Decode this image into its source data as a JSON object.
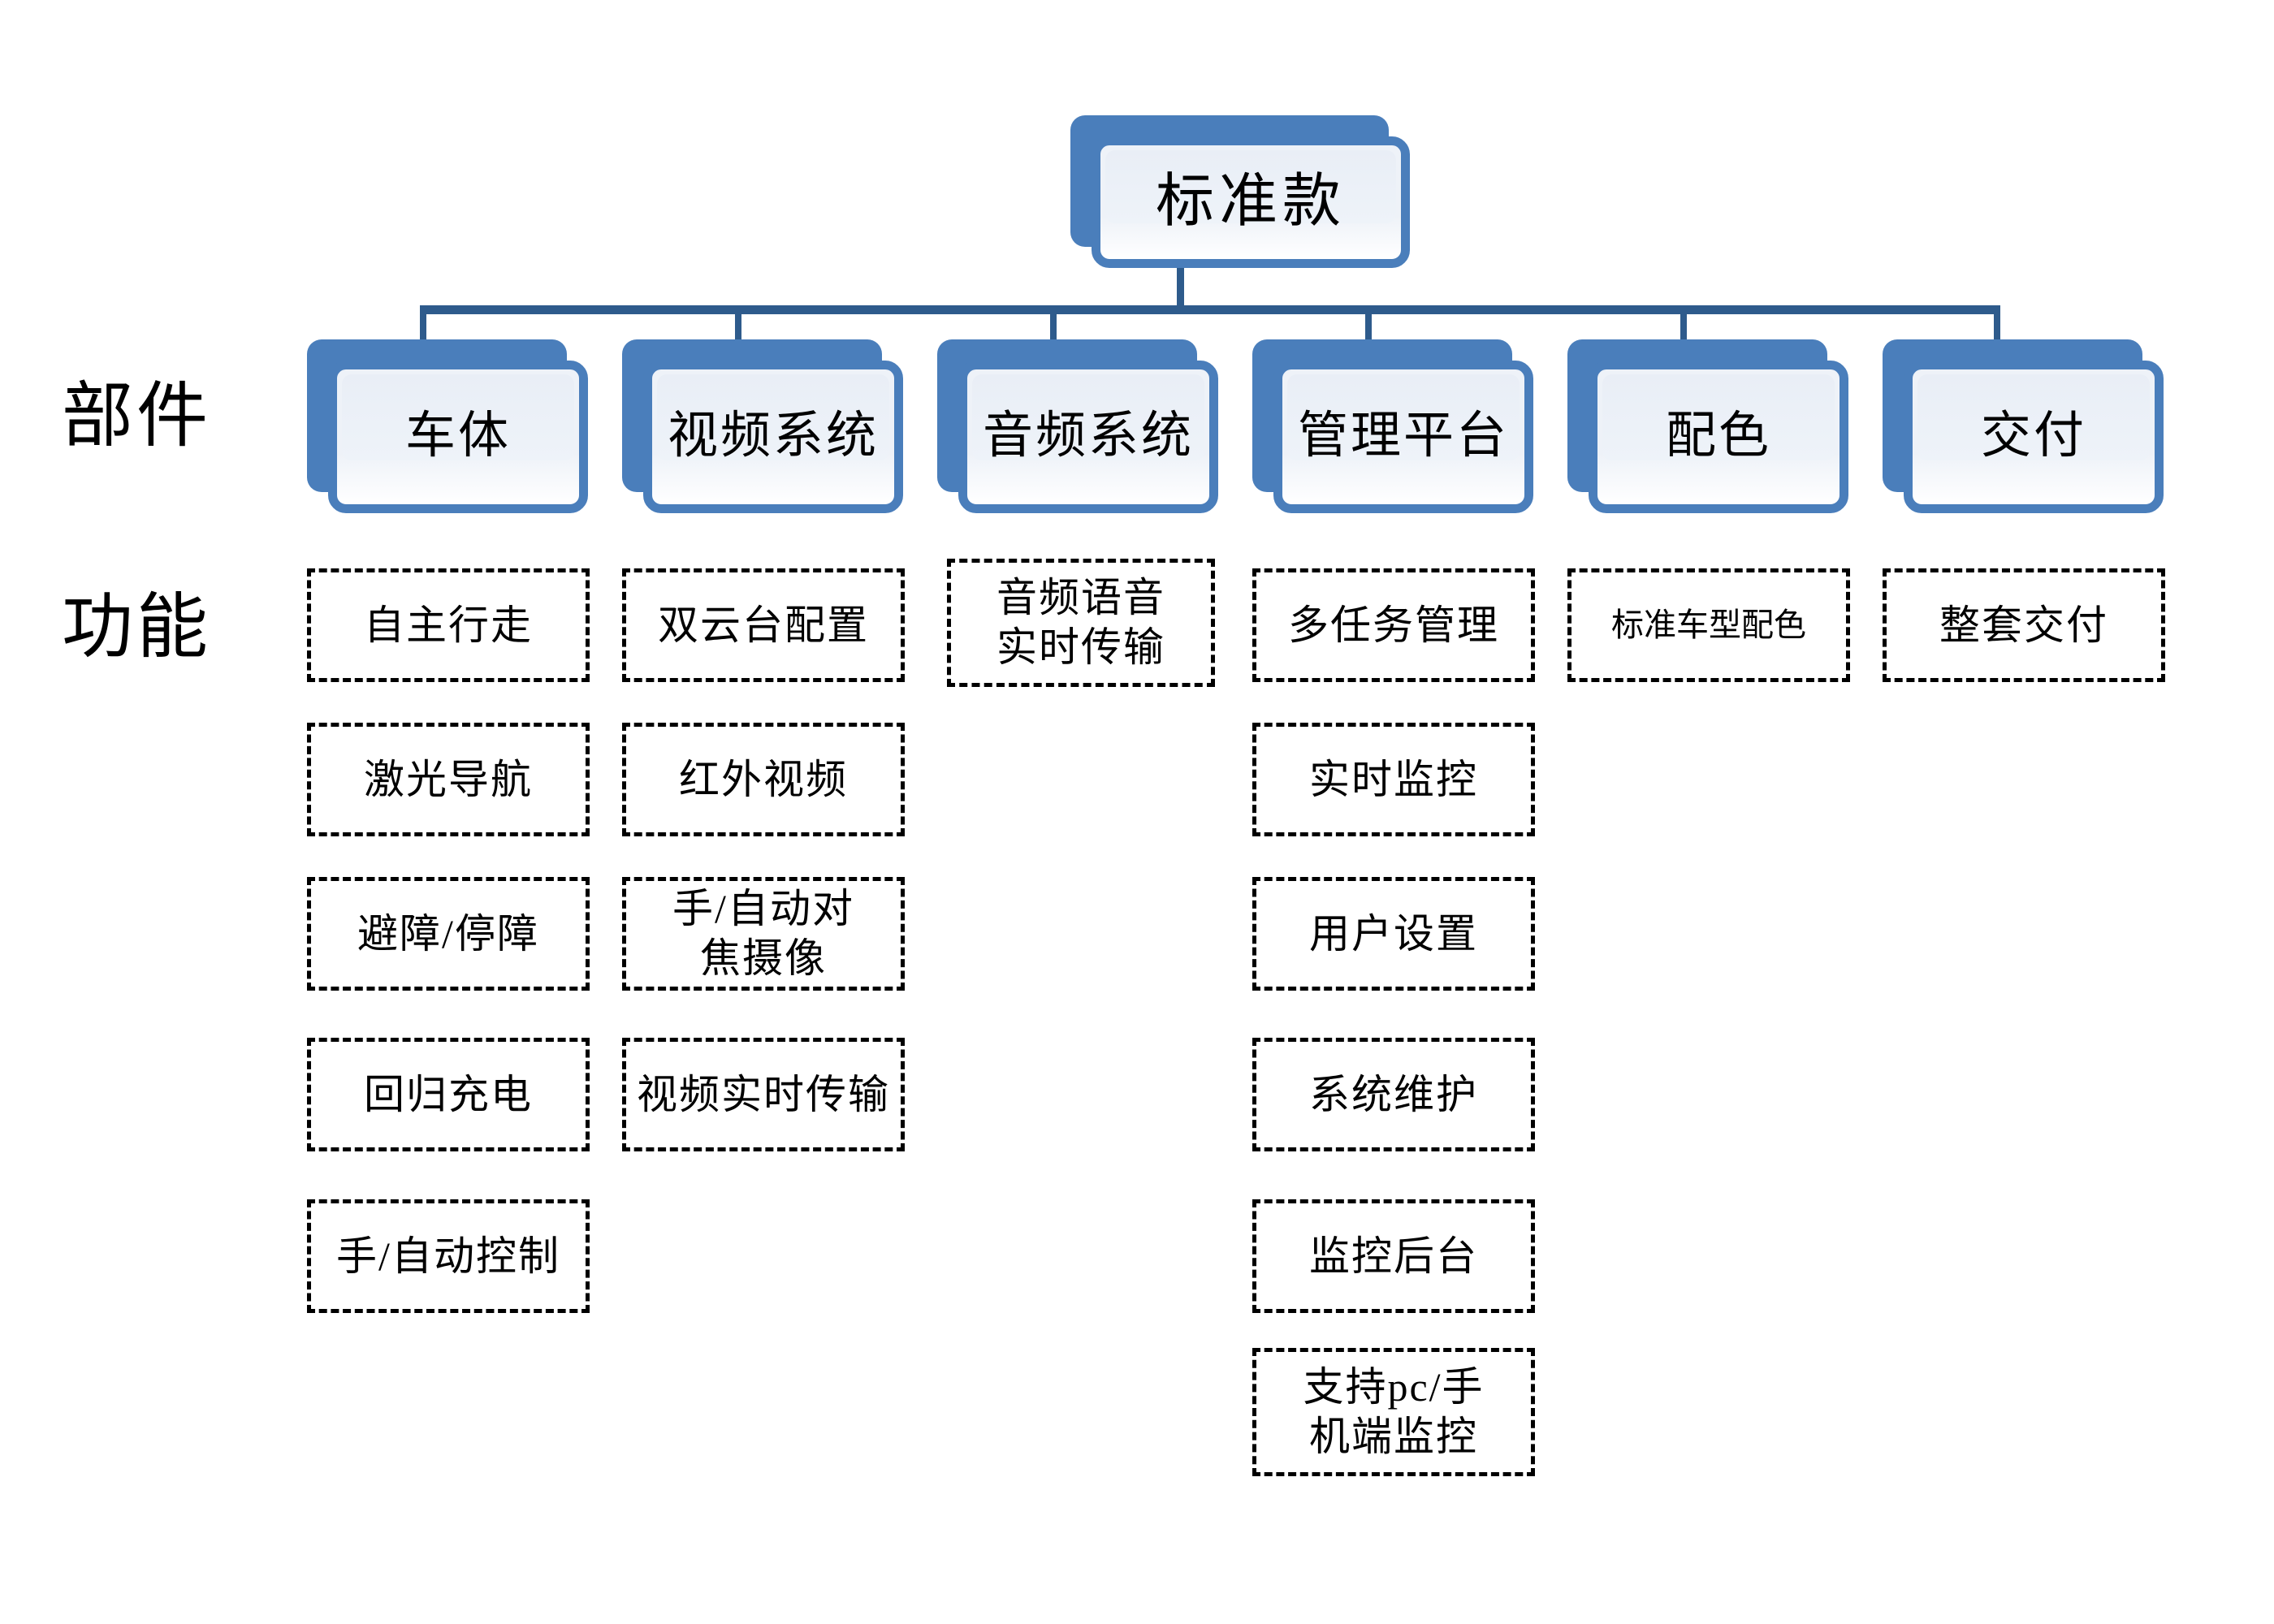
{
  "diagram": {
    "title": "标准款",
    "colors": {
      "node_blue": "#4A7EBB",
      "connector_blue": "#2E5B8C",
      "node_fill": "#eef2f8",
      "dashed_border": "#000000",
      "background": "#ffffff"
    },
    "row_labels": [
      {
        "id": "components",
        "label": "部件"
      },
      {
        "id": "functions",
        "label": "功能"
      }
    ],
    "root": {
      "label": "标准款"
    },
    "components": [
      {
        "id": "body",
        "label": "车体"
      },
      {
        "id": "video",
        "label": "视频系统"
      },
      {
        "id": "audio",
        "label": "音频系统"
      },
      {
        "id": "platform",
        "label": "管理平台"
      },
      {
        "id": "colorway",
        "label": "配色"
      },
      {
        "id": "delivery",
        "label": "交付"
      }
    ],
    "functions": [
      {
        "component": "车体",
        "items": [
          {
            "label": "自主行走",
            "lines": 1
          },
          {
            "label": "激光导航",
            "lines": 1
          },
          {
            "label": "避障/停障",
            "lines": 1
          },
          {
            "label": "回归充电",
            "lines": 1
          },
          {
            "label": "手/自动控制",
            "lines": 1
          }
        ]
      },
      {
        "component": "视频系统",
        "items": [
          {
            "label": "双云台配置",
            "lines": 1
          },
          {
            "label": "红外视频",
            "lines": 1
          },
          {
            "label": "手/自动对\n焦摄像",
            "lines": 2
          },
          {
            "label": "视频实时传输",
            "lines": 1
          }
        ]
      },
      {
        "component": "音频系统",
        "items": [
          {
            "label": "音频语音\n实时传输",
            "lines": 2
          }
        ]
      },
      {
        "component": "管理平台",
        "items": [
          {
            "label": "多任务管理",
            "lines": 1
          },
          {
            "label": "实时监控",
            "lines": 1
          },
          {
            "label": "用户设置",
            "lines": 1
          },
          {
            "label": "系统维护",
            "lines": 1
          },
          {
            "label": "监控后台",
            "lines": 1
          },
          {
            "label": "支持pc/手\n机端监控",
            "lines": 2
          }
        ]
      },
      {
        "component": "配色",
        "items": [
          {
            "label": "标准车型配色",
            "lines": 1
          }
        ]
      },
      {
        "component": "交付",
        "items": [
          {
            "label": "整套交付",
            "lines": 1
          }
        ]
      }
    ]
  }
}
